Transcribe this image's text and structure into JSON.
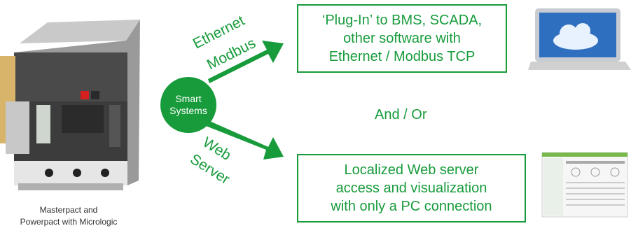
{
  "hub": {
    "line1": "Smart",
    "line2": "Systems"
  },
  "top_arrow": {
    "line1": "Ethernet",
    "line2": "Modbus"
  },
  "bottom_arrow": {
    "line1": "Web",
    "line2": "Server"
  },
  "box_top": {
    "line1": "‘Plug-In’ to BMS, SCADA,",
    "line2": "other software with",
    "line3": "Ethernet / Modbus TCP"
  },
  "connector": "And / Or",
  "box_bottom": {
    "line1": "Localized Web server",
    "line2": "access and visualization",
    "line3": "with only a PC connection"
  },
  "caption": {
    "line1": "Masterpact and",
    "line2": "Powerpact with Micrologic"
  },
  "colors": {
    "green": "#179b3b",
    "breaker_body": "#3c3c3c"
  }
}
